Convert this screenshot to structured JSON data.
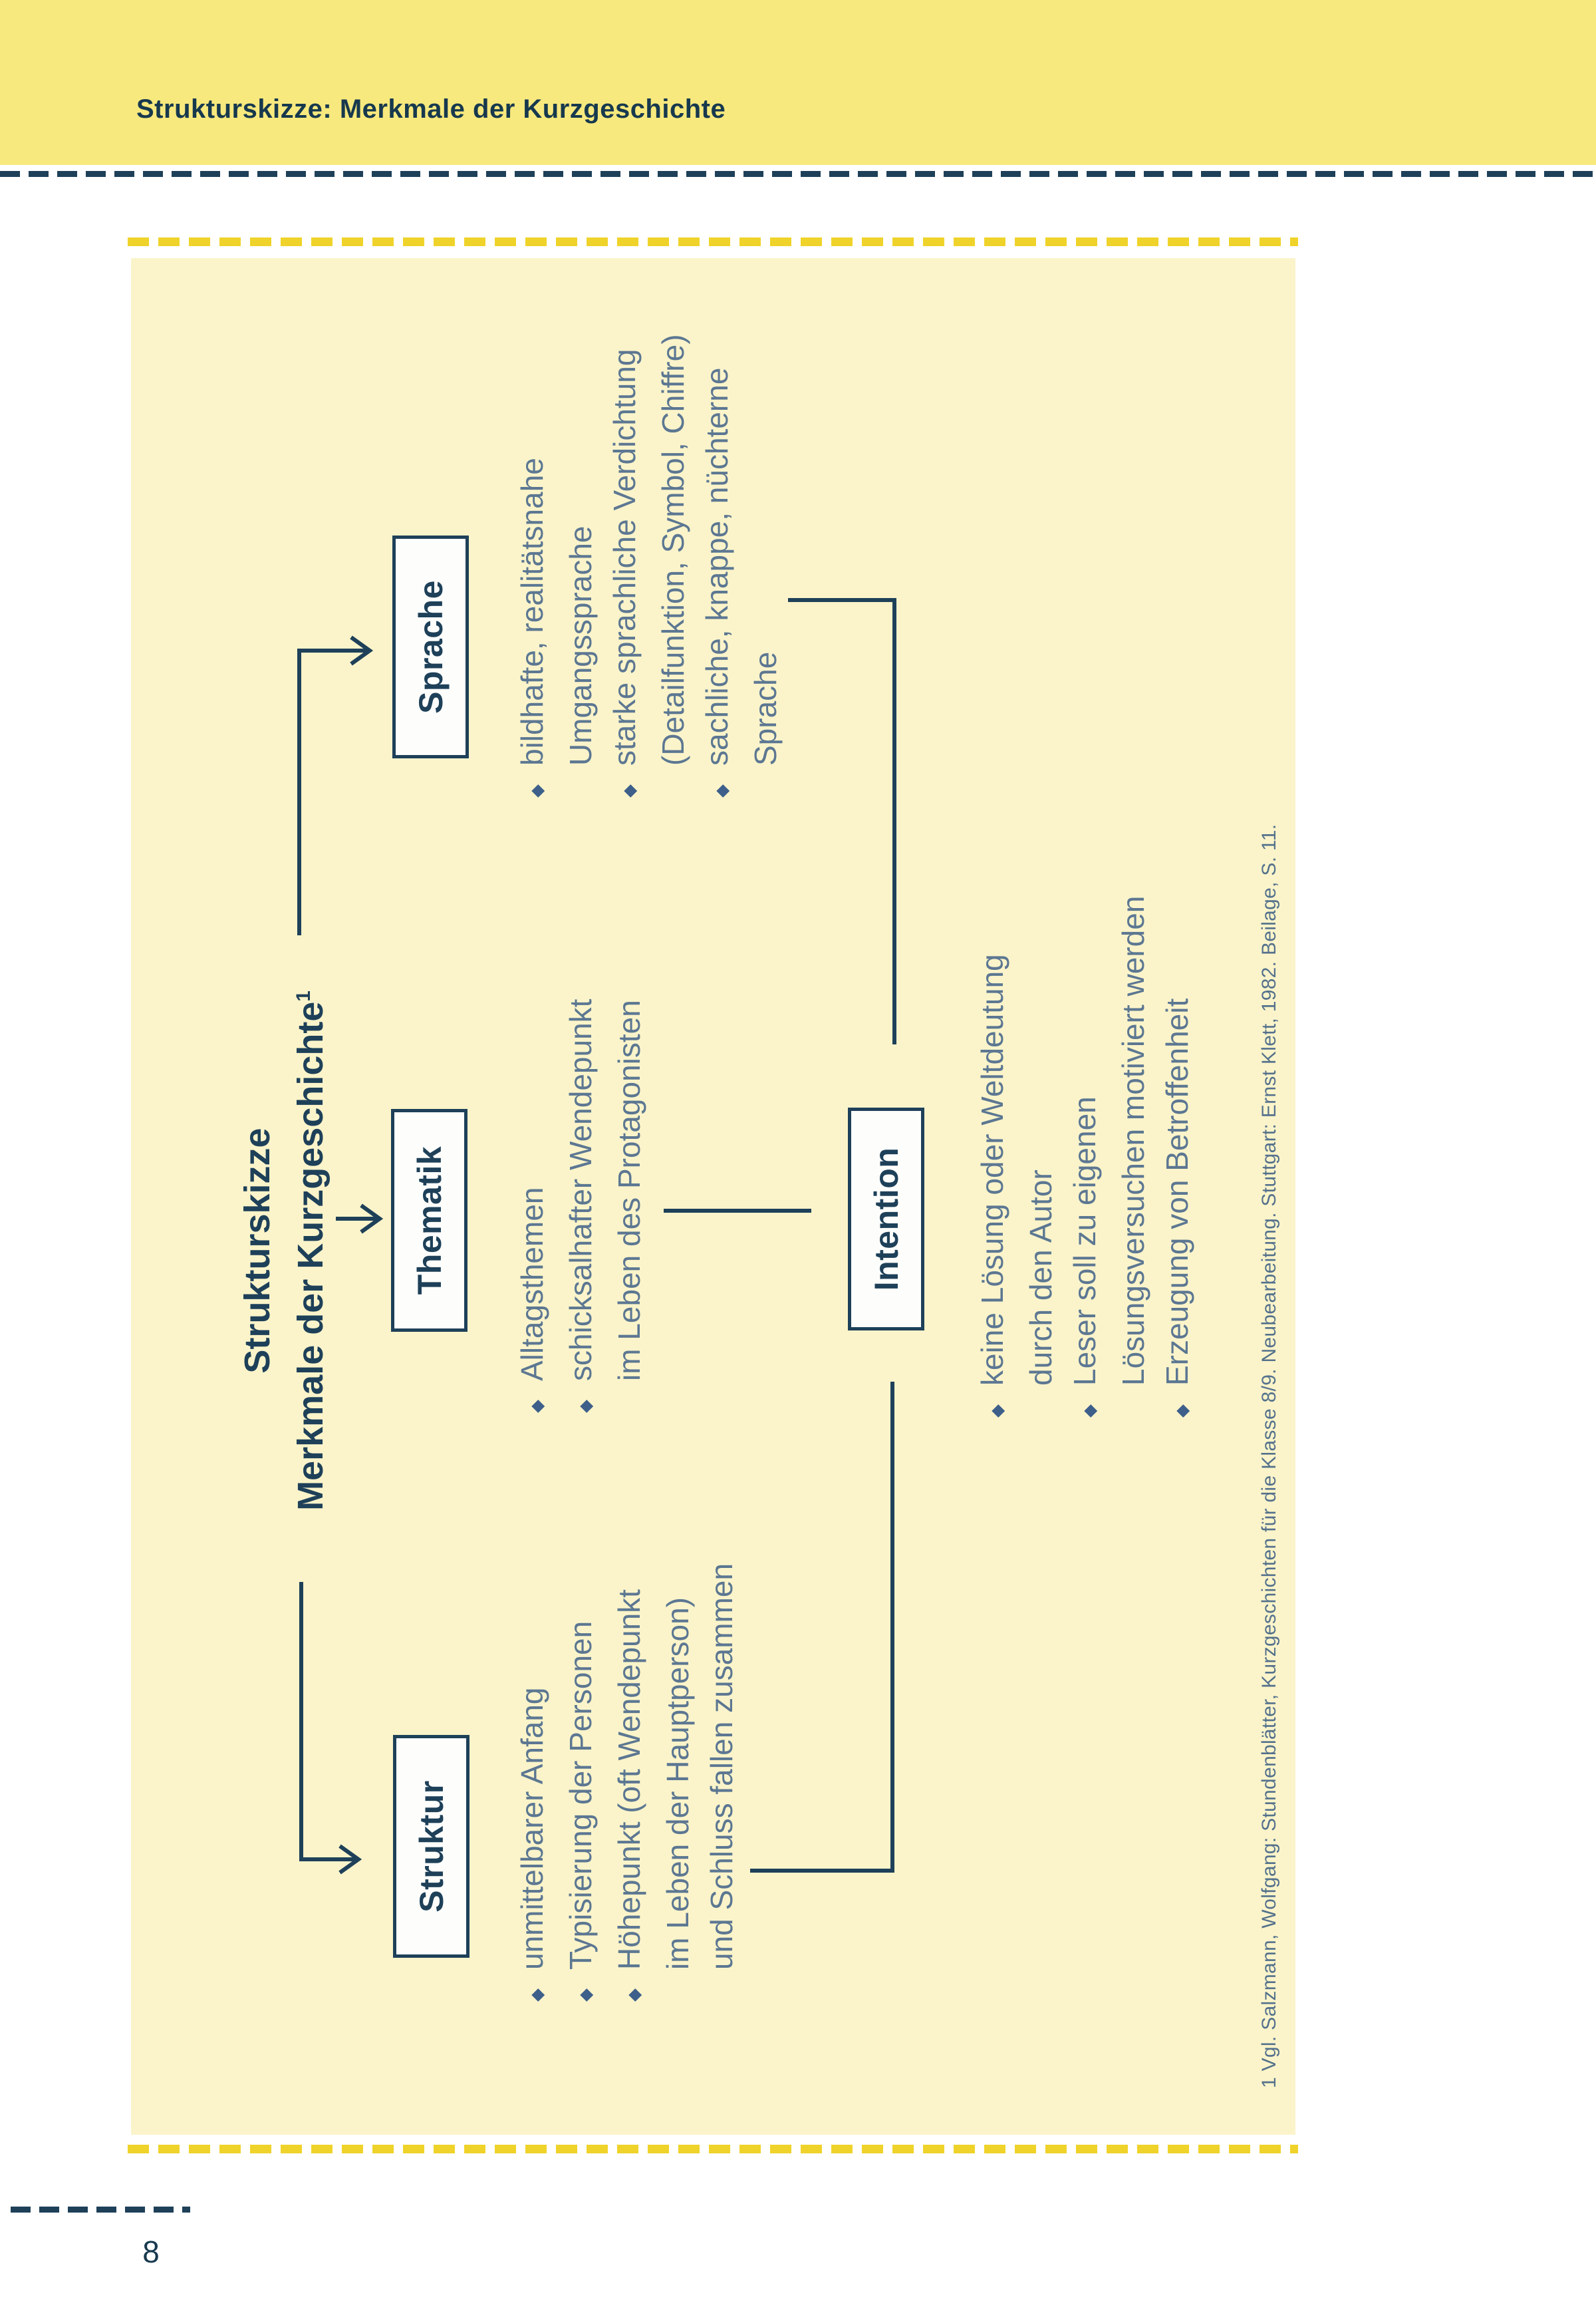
{
  "header": {
    "title": "Strukturskizze: Merkmale der Kurzgeschichte"
  },
  "diagram": {
    "title_line1": "Strukturskizze",
    "title_line2": "Merkmale der Kurzgeschichte",
    "title_superscript": "1",
    "bullet_icon": "diamond-bullet",
    "branches": [
      {
        "id": "struktur",
        "label": "Struktur",
        "items": [
          {
            "lines": [
              "unmittelbarer Anfang"
            ]
          },
          {
            "lines": [
              "Typisierung der Personen"
            ]
          },
          {
            "lines": [
              "Höhepunkt (oft Wendepunkt",
              "im Leben der Hauptperson)",
              "und Schluss fallen zusammen"
            ]
          }
        ]
      },
      {
        "id": "thematik",
        "label": "Thematik",
        "items": [
          {
            "lines": [
              "Alltagsthemen"
            ]
          },
          {
            "lines": [
              "schicksalhafter Wendepunkt",
              "im Leben des Protagonisten"
            ]
          }
        ]
      },
      {
        "id": "sprache",
        "label": "Sprache",
        "items": [
          {
            "lines": [
              "bildhafte, realitätsnahe",
              "Umgangssprache"
            ]
          },
          {
            "lines": [
              "starke sprachliche Verdichtung",
              "(Detailfunktion, Symbol, Chiffre)"
            ]
          },
          {
            "lines": [
              "sachliche, knappe, nüchterne",
              "Sprache"
            ]
          }
        ]
      },
      {
        "id": "intention",
        "label": "Intention",
        "items": [
          {
            "lines": [
              "keine Lösung oder Weltdeutung",
              "durch den Autor"
            ]
          },
          {
            "lines": [
              "Leser soll zu eigenen",
              "Lösungsversuchen motiviert werden"
            ]
          },
          {
            "lines": [
              "Erzeugung von Betroffenheit"
            ]
          }
        ]
      }
    ],
    "footnote": "1 Vgl. Salzmann, Wolfgang: Stundenblätter, Kurzgeschichten für die Klasse 8/9. Neubearbeitung. Stuttgart: Ernst Klett, 1982. Beilage, S. 11."
  },
  "page": {
    "number": "8"
  },
  "colors": {
    "band": "#f8e97e",
    "panel": "#fbf4ca",
    "dash_yellow": "#efd32a",
    "navy": "#1e4059",
    "header_text": "#17394e",
    "body_text": "#5c7792",
    "footnote_text": "#54718c",
    "bullet": "#3d5f8a",
    "box_fill": "#fdfefb"
  }
}
